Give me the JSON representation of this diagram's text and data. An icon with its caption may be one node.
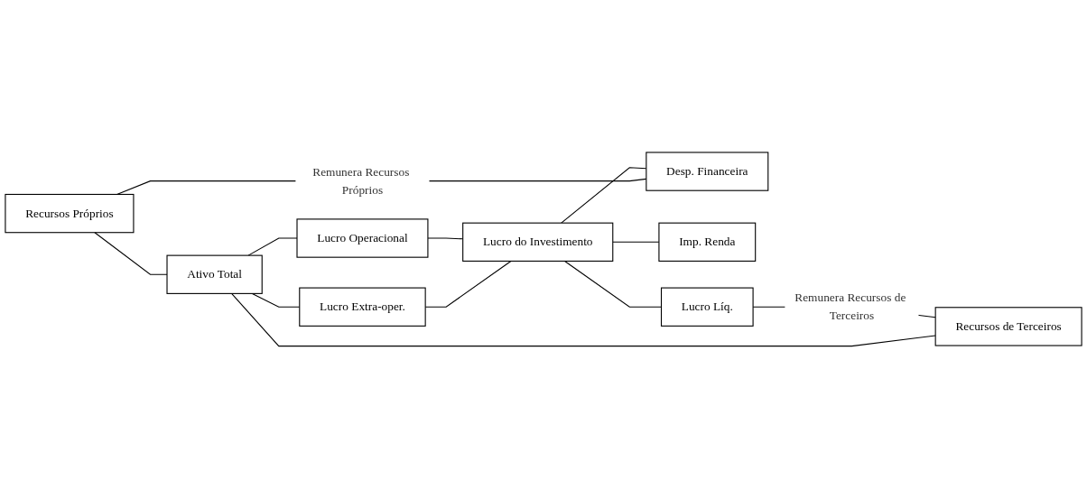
{
  "diagram": {
    "nodes": [
      {
        "text": [
          "Recursos Próprios"
        ]
      },
      {
        "text": [
          "Recursos de Terceiros"
        ]
      },
      {
        "text": [
          "Ativo Total"
        ]
      },
      {
        "text": [
          "Lucro Operacional"
        ]
      },
      {
        "text": [
          "Lucro Extra-oper."
        ]
      },
      {
        "text": [
          "Lucro do Investimento"
        ]
      },
      {
        "text": [
          "Desp. Financeira"
        ]
      },
      {
        "text": [
          "Imp. Renda"
        ]
      },
      {
        "text": [
          "Lucro Líq."
        ]
      }
    ],
    "edges": [
      {
        "from": 0,
        "to": 2,
        "arrow": "none"
      },
      {
        "from": 1,
        "to": 2,
        "arrow": "none"
      },
      {
        "from": 2,
        "to": 3,
        "arrow": "none"
      },
      {
        "from": 2,
        "to": 4,
        "arrow": "none"
      },
      {
        "from": 3,
        "to": 5,
        "arrow": "none"
      },
      {
        "from": 4,
        "to": 5,
        "arrow": "none"
      },
      {
        "from": 5,
        "to": 6,
        "arrow": "none"
      },
      {
        "from": 5,
        "to": 7,
        "arrow": "none"
      },
      {
        "from": 5,
        "to": 8,
        "arrow": "none"
      },
      {
        "from": 6,
        "to": 0,
        "label": "Remunera Recursos Próprios",
        "arrow": "none"
      },
      {
        "from": 8,
        "to": 1,
        "label": "Remunera Recursos de Terceiros",
        "arrow": "none"
      }
    ]
  }
}
